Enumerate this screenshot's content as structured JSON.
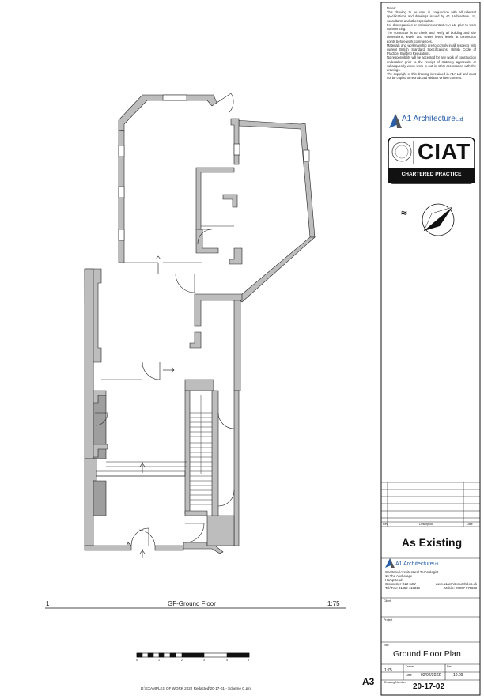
{
  "notes": {
    "heading": "Notes:",
    "paragraphs": [
      "This drawing to be read in conjunction with all relevant specifications and drawings issued by A1 Architecture Ltd, consultants and other specialists.",
      "For discrepancies or omissions contact A1A Ltd prior to work commencing.",
      "The contractor is to check and verify all building and site dimensions, levels and sewer invert levels at connection points before work commences.",
      "Materials and workmanship are to comply in all respects with current British Standard Specifications, British Code of Practice, Building Regulations.",
      "No responsibility will be accepted for any work of construction undertaken prior to the receipt of statutory approvals, or subsequently when work is not in strict accordance with the drawings.",
      "The copyright of this drawing is retained in A1A Ltd and must not be copied or reproduced without written consent."
    ]
  },
  "brand": {
    "name": "A1 Architecture",
    "suffix": "Ltd",
    "accent": "#2a5fa8"
  },
  "ciat": {
    "text": "CIAT",
    "label": "CHARTERED PRACTICE"
  },
  "revision_table": {
    "headers": [
      "Rev",
      "Description",
      "Date"
    ]
  },
  "status": "As Existing",
  "company_block": {
    "line1": "Chartered Architectural Technologist",
    "line2": "15 The Anchorage",
    "line3": "Hampstead",
    "line4": "Gloucester GL2 5JW",
    "website": "www.a1architectureltd.co.uk",
    "tel": "Tel/ Fax: 01452 413318",
    "mobile": "Mobile: 07907 070863"
  },
  "client_label": "Client",
  "project_label": "Project",
  "title_label": "Title",
  "sheet_title": "Ground Floor Plan",
  "info": {
    "scale_label": "Scale",
    "scale": "1:75",
    "drawn_label": "Drawn",
    "date_label": "Date",
    "date": "03/02/2022",
    "rev_label": "Rev",
    "rev": "10.09",
    "drawing_number_label": "Drawing Number",
    "drawing_number": "20-17-02"
  },
  "paper_size": "A3",
  "view_caption": {
    "index": "1",
    "name": "GF-Ground Floor",
    "scale": "1:75"
  },
  "scale_bar_ticks": [
    "0",
    "1",
    "2",
    "3",
    "4",
    "5"
  ],
  "footer_path": "D:\\EXAMPLES OF WORK 2022 Redacted\\20-17-01 - Scheme C.pln"
}
